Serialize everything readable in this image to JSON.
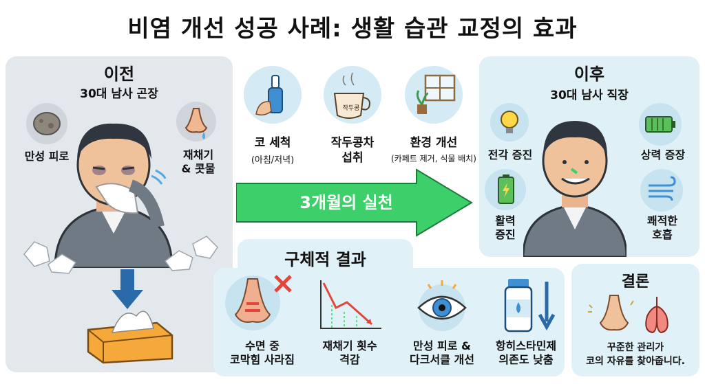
{
  "title": "비염 개선 성공 사례: 생활 습관 교정의 효과",
  "before": {
    "heading": "이전",
    "subheading": "30대 남사 곤장",
    "label_fatigue": "만성 피로",
    "label_sneeze_line1": "재채기",
    "label_sneeze_line2": "& 콧물"
  },
  "practices": {
    "items": [
      {
        "line1": "코 세척",
        "line2": "(아침/저녁)"
      },
      {
        "line1": "작두콩차",
        "line2": "섭취"
      },
      {
        "line1": "환경 개선",
        "line2": "(카페트 제거, 식물 배치)"
      }
    ],
    "tea_cup_text": "작두콩"
  },
  "arrow": {
    "label": "3개월의 실천"
  },
  "after": {
    "heading": "이후",
    "subheading": "30대 남사 직장",
    "label_focus": "전각 증진",
    "label_energy_line1": "활력",
    "label_energy_line2": "증진",
    "label_vitality": "상력 증장",
    "label_breath_line1": "쾌적한",
    "label_breath_line2": "호흡"
  },
  "results": {
    "heading": "구체적 결과",
    "items": [
      {
        "line1": "수면 중",
        "line2": "코막힘 사라짐"
      },
      {
        "line1": "재채기 횟수",
        "line2": "격감"
      },
      {
        "line1": "만성 피로 &",
        "line2": "다크서클 개선"
      },
      {
        "line1": "항히스타민제",
        "line2": "의존도 낮춤"
      }
    ]
  },
  "conclusion": {
    "heading": "결론",
    "line1": "꾸준한 관리가",
    "line2": "코의 자유를 찾아줍니다."
  },
  "colors": {
    "arrow_green": "#3ccf6a",
    "result_red": "#e2463a",
    "panel_before": "#e3e8ed",
    "panel_after": "#dff0f6"
  }
}
